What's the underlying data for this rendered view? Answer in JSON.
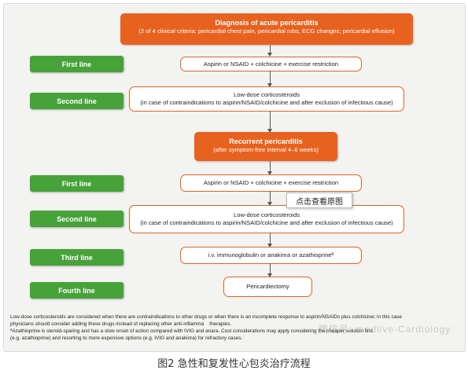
{
  "diagnosis": {
    "title": "Diagnosis of acute pericarditis",
    "subtitle": "(2 of 4 clinical criteria: pericardial chest pain, pericardial rubs, ECG changes; pericardial effusion)"
  },
  "acute": {
    "first_label": "First line",
    "first_text": "Aspirin or NSAID + colchicine + exercise restriction",
    "second_label": "Second line",
    "second_text1": "Low-dose corticosteroids",
    "second_text2": "(in case of contraindications to aspirin/NSAID/colchicine and after exclusion of infectious cause)"
  },
  "recurrent": {
    "title": "Recurrent pericarditis",
    "subtitle": "(after symptom-free interval 4–6 weeks)",
    "first_label": "First line",
    "first_text": "Aspirin or NSAID + colchicine + exercise restriction",
    "second_label": "Second line",
    "second_text1": "Low-dose corticosteroids",
    "second_text2": "(in case of contraindications to aspirin/NSAID/colchicine and after exclusion of infectious cause)",
    "third_label": "Third line",
    "third_text": "i.v. immunoglobulin or anakinra or azathioprineª",
    "fourth_label": "Fourth line",
    "fourth_text": "Pericardiectomy"
  },
  "footnote": {
    "line1": "Low-dose corticosteroids are considered when there are contraindications to other drugs or when there is an incomplete response to aspirin/NSAIDs plus colchicine; in this case",
    "line2": "physicians should consider adding these drugs instead of replacing other anti-inflamma",
    "line2_tail": "therapies.",
    "line3": "ªAzathioprine is steroid-sparing and has a slow onset of action compared with IVIG and ana",
    "line3_tail": "ra. Cost considerations may apply considering the cheaper solution first",
    "line4": "(e.g. azathioprine) and resorting to more expensive options (e.g. IVIG and anakinra) for refractory cases."
  },
  "overlay": {
    "tooltip": "点击查看原图",
    "watermark": "微信号: medlive-Cardiology"
  },
  "caption": "图2 急性和复发性心包炎治疗流程",
  "colors": {
    "orange": "#e8621f",
    "green": "#47a23a"
  }
}
